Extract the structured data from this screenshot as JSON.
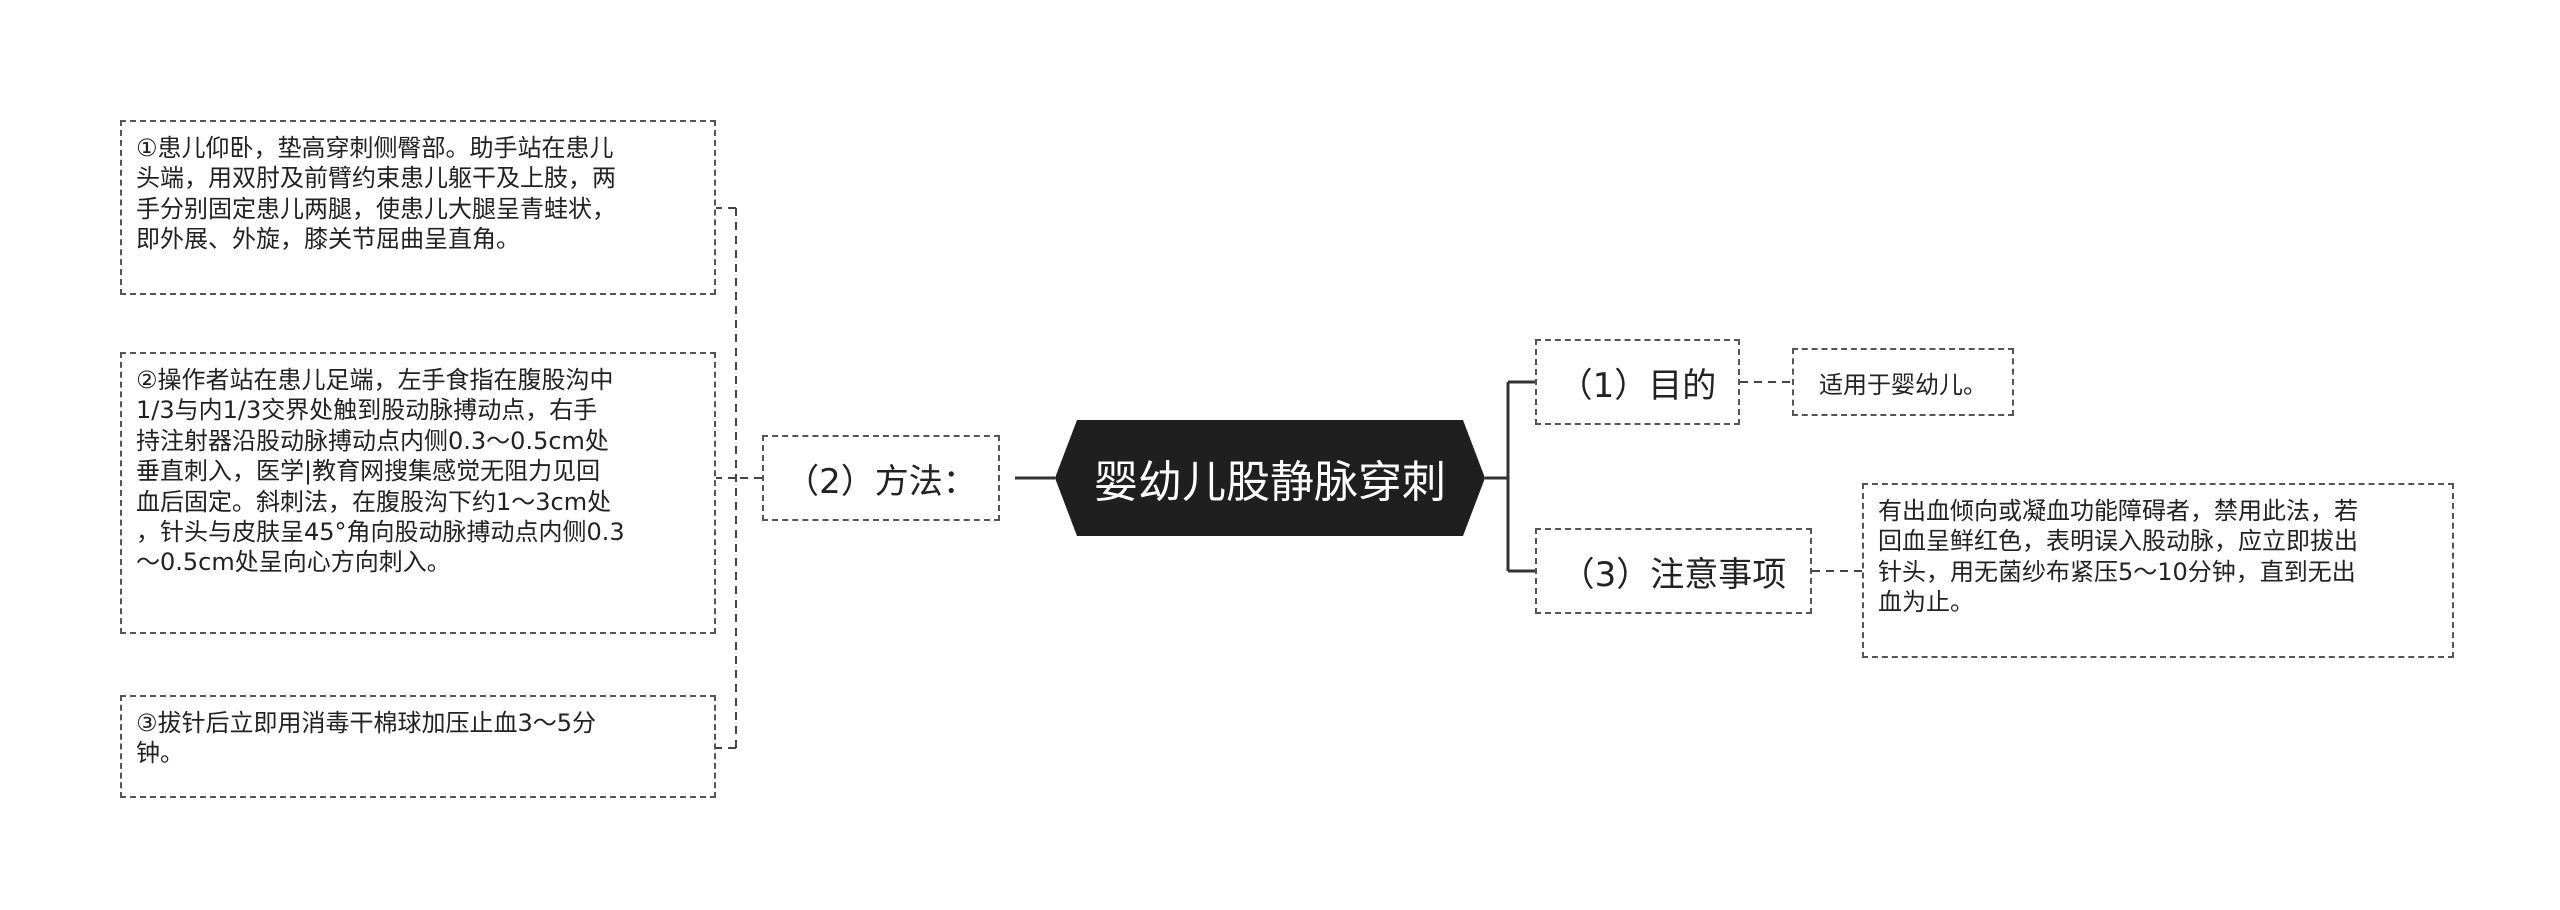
{
  "root": {
    "label": "婴幼儿股静脉穿刺"
  },
  "left_branch": {
    "label": "（2）方法：",
    "children": [
      {
        "text": "①患儿仰卧，垫高穿刺侧臀部。助手站在患儿\n头端，用双肘及前臂约束患儿躯干及上肢，两\n手分别固定患儿两腿，使患儿大腿呈青蛙状，\n即外展、外旋，膝关节屈曲呈直角。"
      },
      {
        "text": "②操作者站在患儿足端，左手食指在腹股沟中\n1/3与内1/3交界处触到股动脉搏动点，右手\n持注射器沿股动脉搏动点内侧0.3～0.5cm处\n垂直刺入，医学|教育网搜集感觉无阻力见回\n血后固定。斜刺法，在腹股沟下约1～3cm处\n，针头与皮肤呈45°角向股动脉搏动点内侧0.3\n～0.5cm处呈向心方向刺入。"
      },
      {
        "text": "③拔针后立即用消毒干棉球加压止血3～5分\n钟。"
      }
    ]
  },
  "right_branches": [
    {
      "label": "（1）目的",
      "child": "适用于婴幼儿。"
    },
    {
      "label": "（3）注意事项",
      "child": "有出血倾向或凝血功能障碍者，禁用此法，若\n回血呈鲜红色，表明误入股动脉，应立即拔出\n针头，用无菌纱布紧压5～10分钟，直到无出\n血为止。"
    }
  ]
}
